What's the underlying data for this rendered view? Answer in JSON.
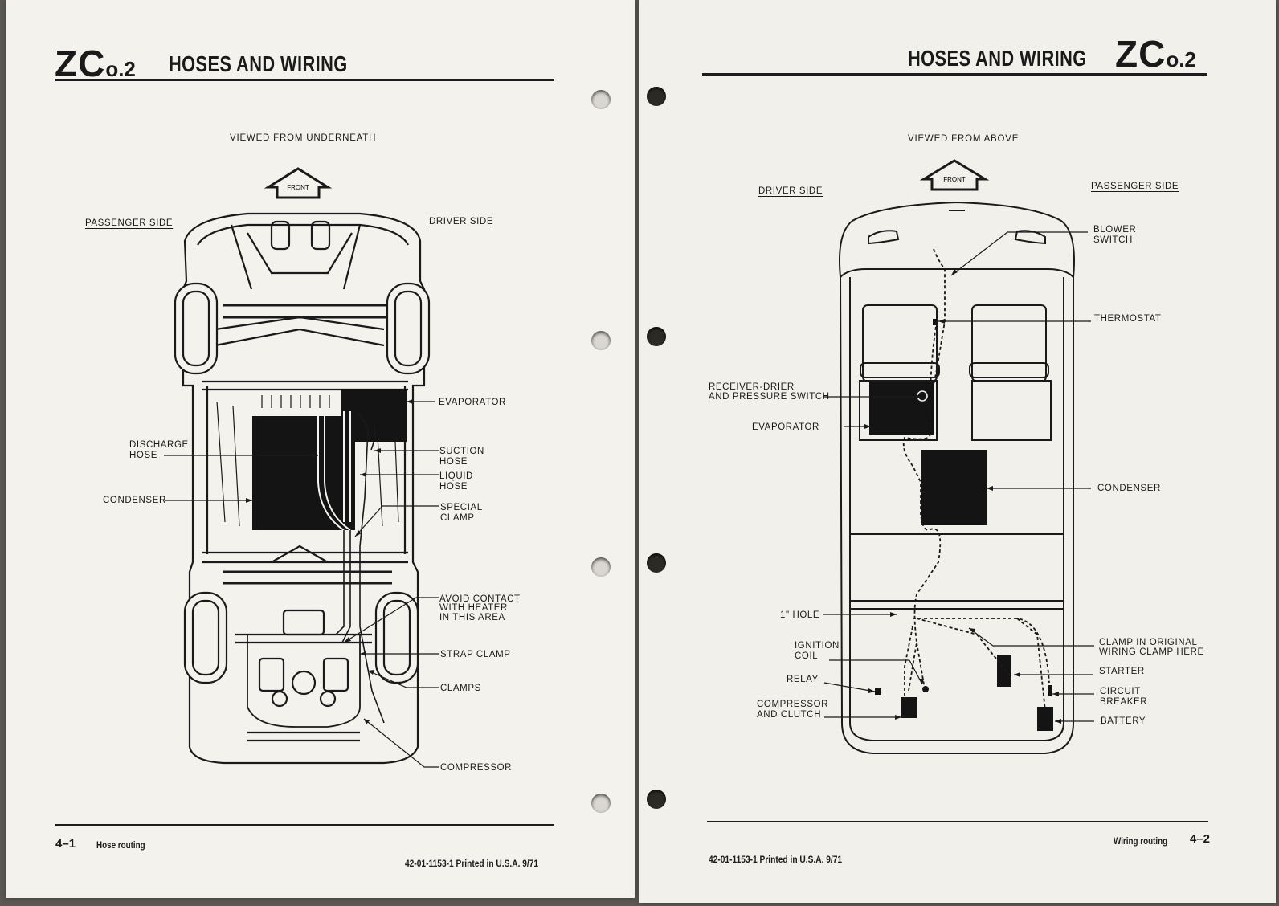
{
  "left": {
    "code": "ZC",
    "code_suffix": "o.2",
    "title": "HOSES AND WIRING",
    "view": "VIEWED FROM UNDERNEATH",
    "front": "FRONT",
    "side_left": "PASSENGER SIDE",
    "side_right": "DRIVER SIDE",
    "labels": {
      "evaporator": "EVAPORATOR",
      "discharge_1": "DISCHARGE",
      "discharge_2": "HOSE",
      "suction_1": "SUCTION",
      "suction_2": "HOSE",
      "liquid_1": "LIQUID",
      "liquid_2": "HOSE",
      "condenser": "CONDENSER",
      "special_1": "SPECIAL",
      "special_2": "CLAMP",
      "avoid_1": "AVOID CONTACT",
      "avoid_2": "WITH HEATER",
      "avoid_3": "IN THIS AREA",
      "strap": "STRAP CLAMP",
      "clamps": "CLAMPS",
      "compressor": "COMPRESSOR"
    },
    "footer_num": "4–1",
    "footer_text": "Hose routing",
    "print_line": "42-01-1153-1 Printed in U.S.A. 9/71"
  },
  "right": {
    "code": "ZC",
    "code_suffix": "o.2",
    "title": "HOSES AND WIRING",
    "view": "VIEWED FROM ABOVE",
    "front": "FRONT",
    "side_left": "DRIVER SIDE",
    "side_right": "PASSENGER SIDE",
    "labels": {
      "blower_1": "BLOWER",
      "blower_2": "SWITCH",
      "thermostat": "THERMOSTAT",
      "receiver_1": "RECEIVER-DRIER",
      "receiver_2": "AND PRESSURE SWITCH",
      "evaporator": "EVAPORATOR",
      "condenser": "CONDENSER",
      "hole": "1\" HOLE",
      "clamp_1": "CLAMP IN ORIGINAL",
      "clamp_2": "WIRING CLAMP HERE",
      "ignition_1": "IGNITION",
      "ignition_2": "COIL",
      "starter": "STARTER",
      "relay": "RELAY",
      "breaker_1": "CIRCUIT",
      "breaker_2": "BREAKER",
      "compressor_1": "COMPRESSOR",
      "compressor_2": "AND CLUTCH",
      "battery": "BATTERY"
    },
    "print_line": "42-01-1153-1 Printed in U.S.A. 9/71",
    "footer_text": "Wiring routing",
    "footer_num": "4–2"
  }
}
